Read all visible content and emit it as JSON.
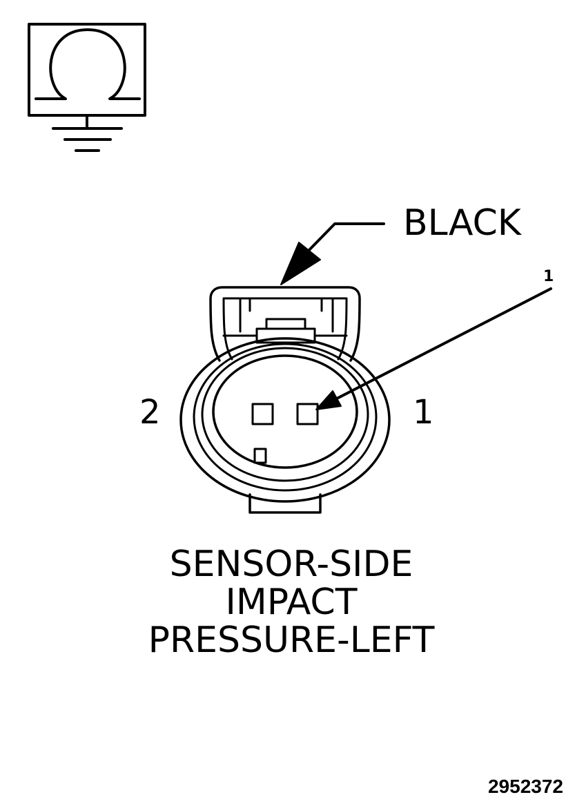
{
  "symbol": {
    "icon": "ohmmeter-ground-icon"
  },
  "labels": {
    "color_callout": "BLACK",
    "callout_number": "1",
    "pin_left": "2",
    "pin_right": "1",
    "title_lines": [
      "SENSOR-SIDE",
      "IMPACT",
      "PRESSURE-LEFT"
    ],
    "figure_number": "2952372"
  }
}
